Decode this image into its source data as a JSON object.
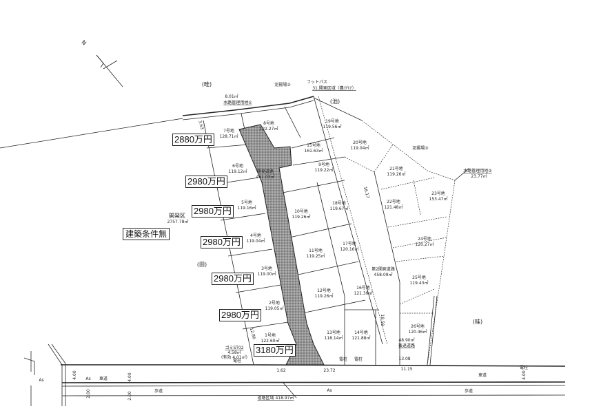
{
  "north_label": "N",
  "lots": [
    {
      "name": "7号地",
      "area": "128.71㎡"
    },
    {
      "name": "8号地",
      "area": "122.27㎡"
    },
    {
      "name": "19号地",
      "area": "119.56㎡"
    },
    {
      "name": "15号地",
      "area": "161.63㎡"
    },
    {
      "name": "20号地",
      "area": "119.04㎡"
    },
    {
      "name": "6号地",
      "area": "119.12㎡"
    },
    {
      "name": "9号地",
      "area": "119.22㎡"
    },
    {
      "name": "21号地",
      "area": "119.26㎡"
    },
    {
      "name": "5号地",
      "area": "119.16㎡"
    },
    {
      "name": "18号地",
      "area": "119.67㎡"
    },
    {
      "name": "22号地",
      "area": "121.48㎡"
    },
    {
      "name": "23号地",
      "area": "153.47㎡"
    },
    {
      "name": "10号地",
      "area": "119.26㎡"
    },
    {
      "name": "4号地",
      "area": "119.04㎡"
    },
    {
      "name": "24号地",
      "area": "120.27㎡"
    },
    {
      "name": "11号地",
      "area": "119.25㎡"
    },
    {
      "name": "17号地",
      "area": "120.16㎡"
    },
    {
      "name": "3号地",
      "area": "119.00㎡"
    },
    {
      "name": "25号地",
      "area": "119.43㎡"
    },
    {
      "name": "12号地",
      "area": "119.26㎡"
    },
    {
      "name": "16号地",
      "area": "121.39㎡"
    },
    {
      "name": "2号地",
      "area": "119.05㎡"
    },
    {
      "name": "1号地",
      "area": "122.60㎡"
    },
    {
      "name": "13号地",
      "area": "118.14㎡"
    },
    {
      "name": "14号地",
      "area": "121.88㎡"
    },
    {
      "name": "26号地",
      "area": "120.46㎡"
    }
  ],
  "roads": {
    "dev_road_1": {
      "name": "開発道路",
      "area": "461.03㎡"
    },
    "dev_road_2": {
      "name": "第2開発道路",
      "area": "458.09㎡"
    },
    "setback_road": {
      "name": "後退道路",
      "area": "48.90㎡"
    },
    "road_area": "道路区域 418.97㎡",
    "carriageway": "車道",
    "sidewalk": "歩道",
    "asphalt": "As",
    "pole": "電柱"
  },
  "labels": {
    "ridge_top": "(畦)",
    "ridge_right": "(畦)",
    "pond": "(池)",
    "field": "(田)",
    "footpath": "フットパス",
    "dev_area_slope": "31.開発区域（農がけ）",
    "mud_yard_2": "泥揚場②",
    "mud_yard_3": "泥揚場③",
    "waterway_1_area": "8.01㎡",
    "waterway_1": "水路管理用地①",
    "waterway_2": "水路管理用地②",
    "waterway_2_area": "23.77㎡",
    "dev_area": "開発区",
    "dev_area_size": "2757.78㎡",
    "garbage": "ゴミST02",
    "garbage_area": "4.58㎡",
    "garbage_effective": "(有効 4.01㎡)"
  },
  "dimensions": [
    "3.63",
    "1.62",
    "23.72",
    "11.15",
    "13.08",
    "4.00",
    "2.00",
    "12.86",
    "16.17",
    "18.58"
  ],
  "prices": [
    "2880万円",
    "2980万円",
    "2980万円",
    "2980万円",
    "2980万円",
    "2980万円",
    "3180万円"
  ],
  "condition": "建築条件無"
}
